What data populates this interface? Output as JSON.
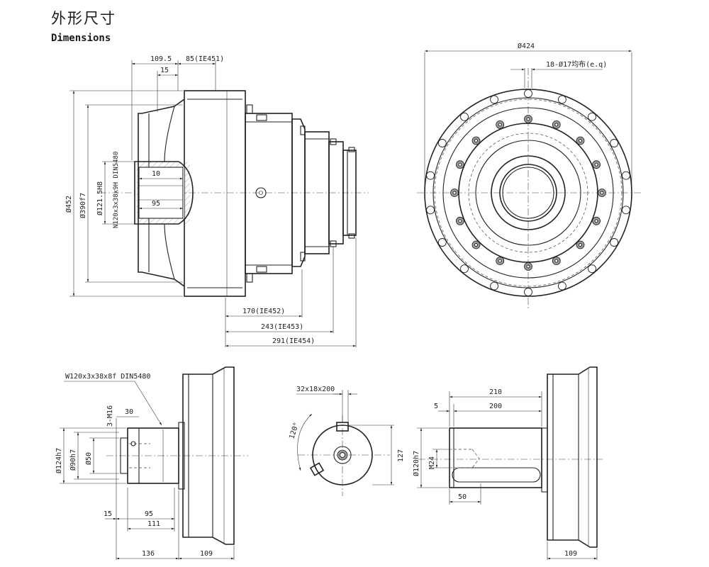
{
  "titles": {
    "chinese": "外形尺寸",
    "english": "Dimensions"
  },
  "labels": {
    "top_left": {
      "d_109_5": "109.5",
      "d_85": "85(IE451)",
      "d_15": "15",
      "d_452": "Ø452",
      "d_390": "Ø390f7",
      "d_121": "Ø121.5H8",
      "spline": "N120x3x38x9H DIN5480",
      "d_10": "10",
      "d_95": "95",
      "d_170": "170(IE452)",
      "d_243": "243(IE453)",
      "d_291": "291(IE454)"
    },
    "top_right": {
      "d_424": "Ø424",
      "holes": "18-Ø17均布(e.q)"
    },
    "bottom_left": {
      "spline": "W120x3x38x8f DIN5480",
      "m16": "3-M16",
      "d_30": "30",
      "d_124": "Ø124h7",
      "d_90": "Ø90h7",
      "d_50": "Ø50",
      "d_15": "15",
      "d_95": "95",
      "d_111": "111",
      "d_136": "136",
      "d_109": "109"
    },
    "bottom_mid": {
      "key": "32x18x200",
      "angle": "120°",
      "d_127": "127"
    },
    "bottom_right": {
      "d_210": "210",
      "d_5": "5",
      "d_200": "200",
      "d_120": "Ø120h7",
      "m24": "M24",
      "d_50": "50",
      "d_109": "109"
    }
  }
}
